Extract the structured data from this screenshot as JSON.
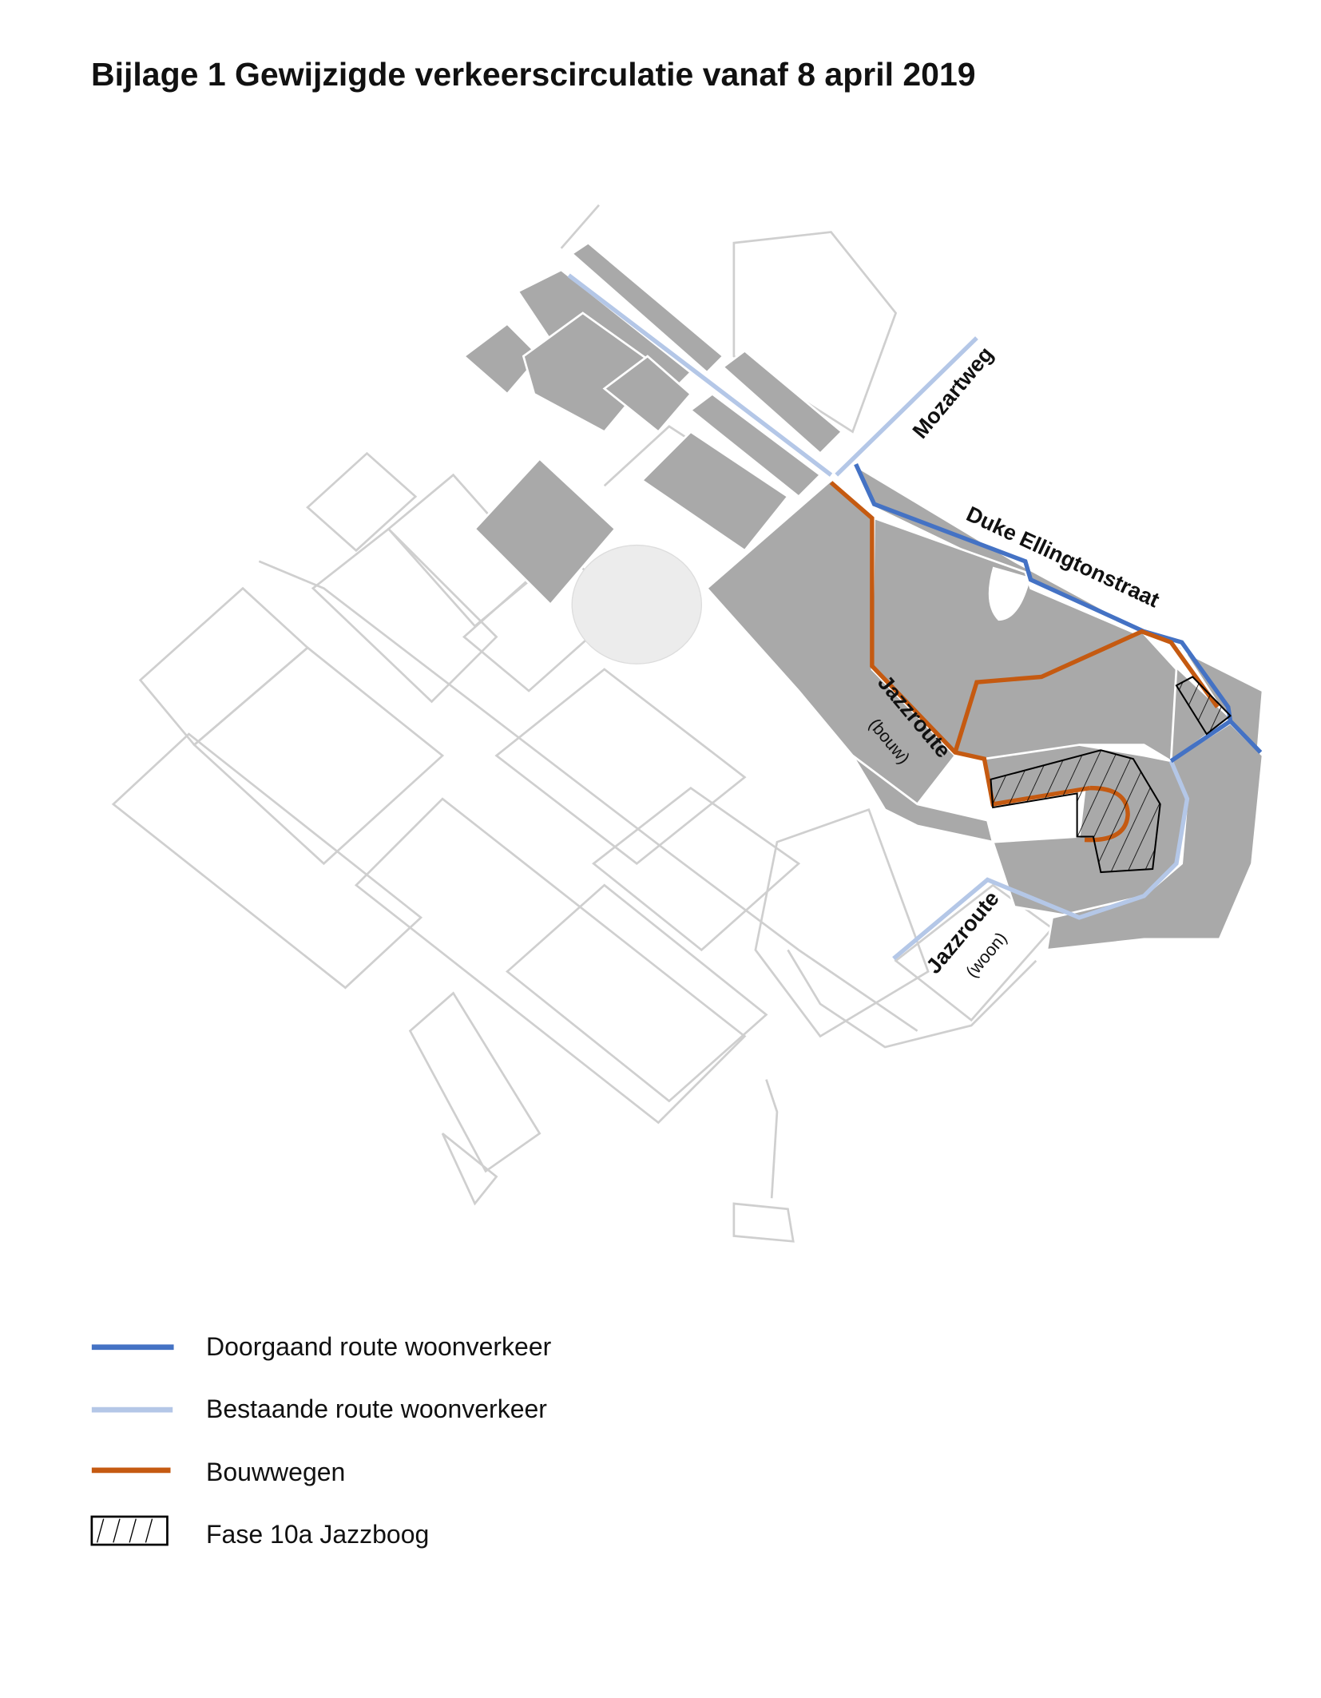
{
  "title": "Bijlage 1 Gewijzigde verkeerscirculatie vanaf 8 april 2019",
  "map": {
    "street_labels": {
      "mozartweg": "Mozartweg",
      "duke": "Duke Ellingtonstraat",
      "jazz_bouw": "Jazzroute",
      "jazz_bouw_sub": "(bouw)",
      "jazz_woon": "Jazzroute",
      "jazz_woon_sub": "(woon)"
    }
  },
  "legend": [
    {
      "label": "Doorgaand route woonverkeer",
      "color": "#4472c4",
      "symbol": "line"
    },
    {
      "label": "Bestaande route woonverkeer",
      "color": "#b4c7e7",
      "symbol": "line"
    },
    {
      "label": "Bouwwegen",
      "color": "#c55a11",
      "symbol": "line"
    },
    {
      "label": "Fase 10a Jazzboog",
      "color": "#000000",
      "symbol": "hatch"
    }
  ]
}
